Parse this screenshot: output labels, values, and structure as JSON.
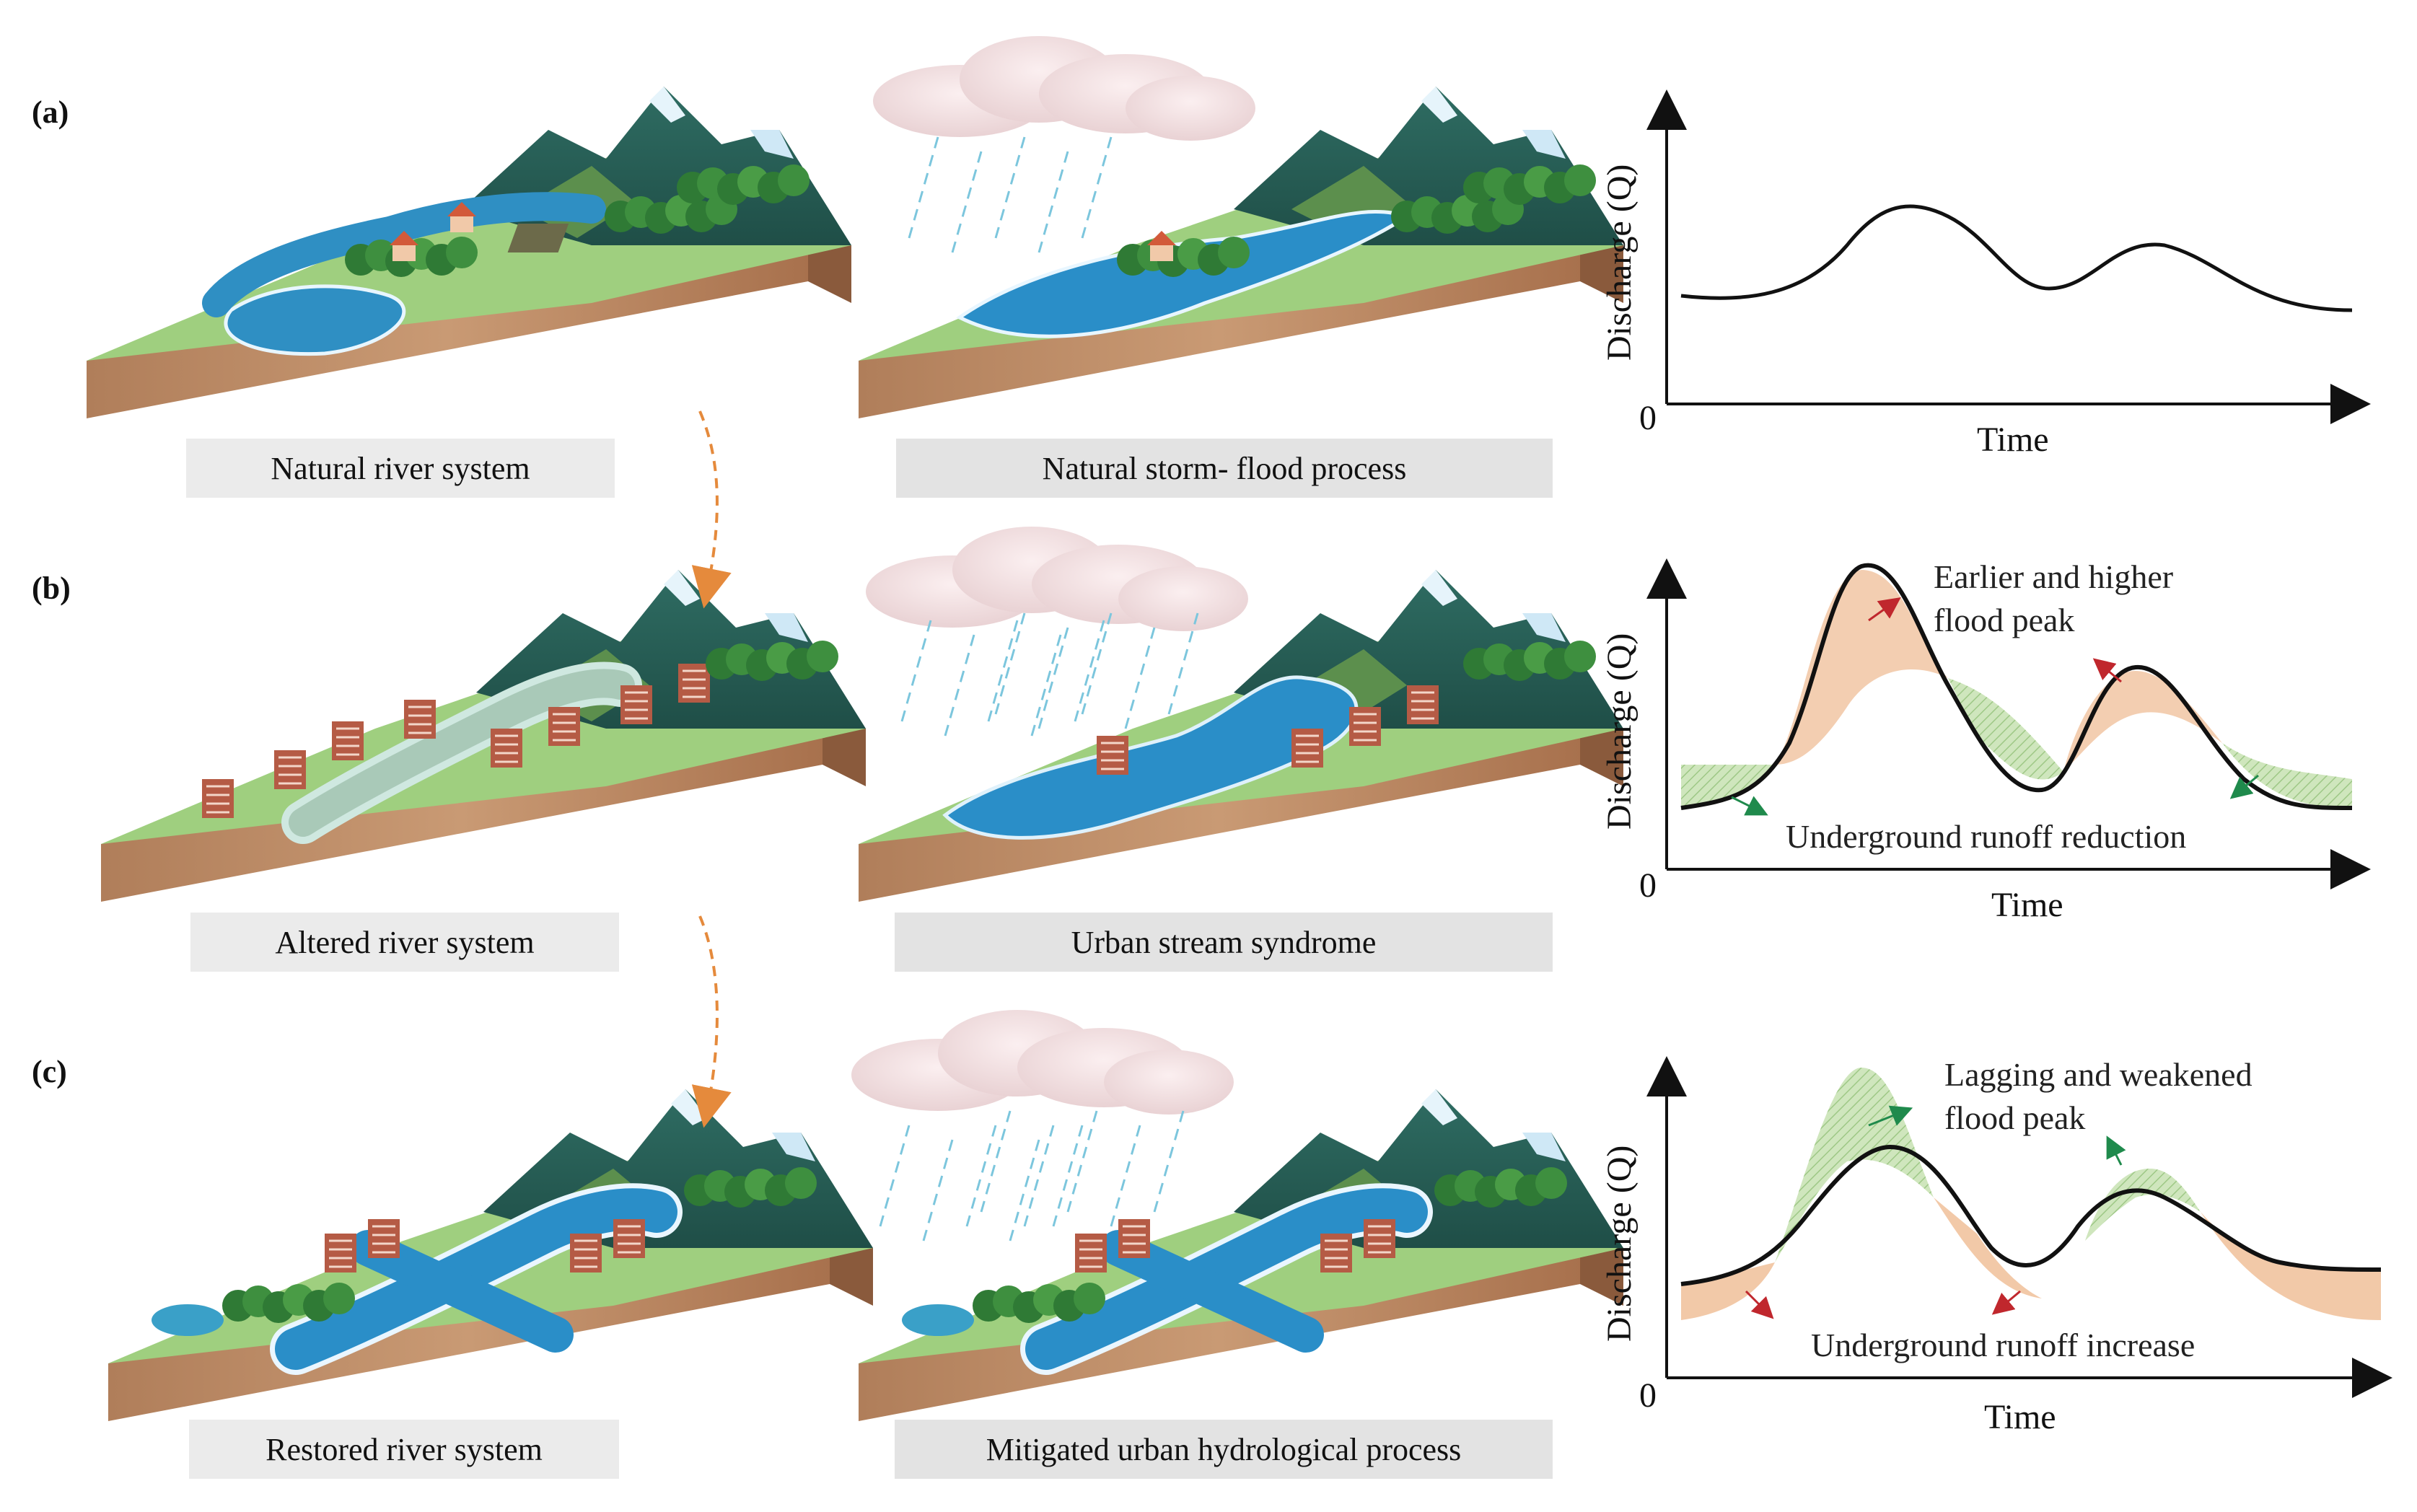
{
  "rows": [
    {
      "letter": "(a)",
      "left_caption": "Natural river system",
      "mid_caption": "Natural storm- flood process",
      "graph": {
        "ylabel": "Discharge (Q)",
        "xlabel": "Time",
        "origin": "0"
      }
    },
    {
      "letter": "(b)",
      "left_caption": "Altered river system",
      "mid_caption": "Urban stream syndrome",
      "graph": {
        "ylabel": "Discharge (Q)",
        "xlabel": "Time",
        "origin": "0",
        "annot_top_1": "Earlier and higher",
        "annot_top_2": "flood peak",
        "annot_bottom": "Underground runoff reduction"
      }
    },
    {
      "letter": "(c)",
      "left_caption": "Restored river system",
      "mid_caption": "Mitigated urban hydrological process",
      "graph": {
        "ylabel": "Discharge (Q)",
        "xlabel": "Time",
        "origin": "0",
        "annot_top_1": "Lagging and weakened",
        "annot_top_2": "flood peak",
        "annot_bottom": "Underground runoff increase"
      }
    }
  ],
  "colors": {
    "baseflow_green": "#b9d9a3",
    "runoff_orange": "#f2c9a8",
    "arrow_red": "#c0272d",
    "arrow_green": "#1f8a4c",
    "connector_orange": "#e58a3c"
  }
}
